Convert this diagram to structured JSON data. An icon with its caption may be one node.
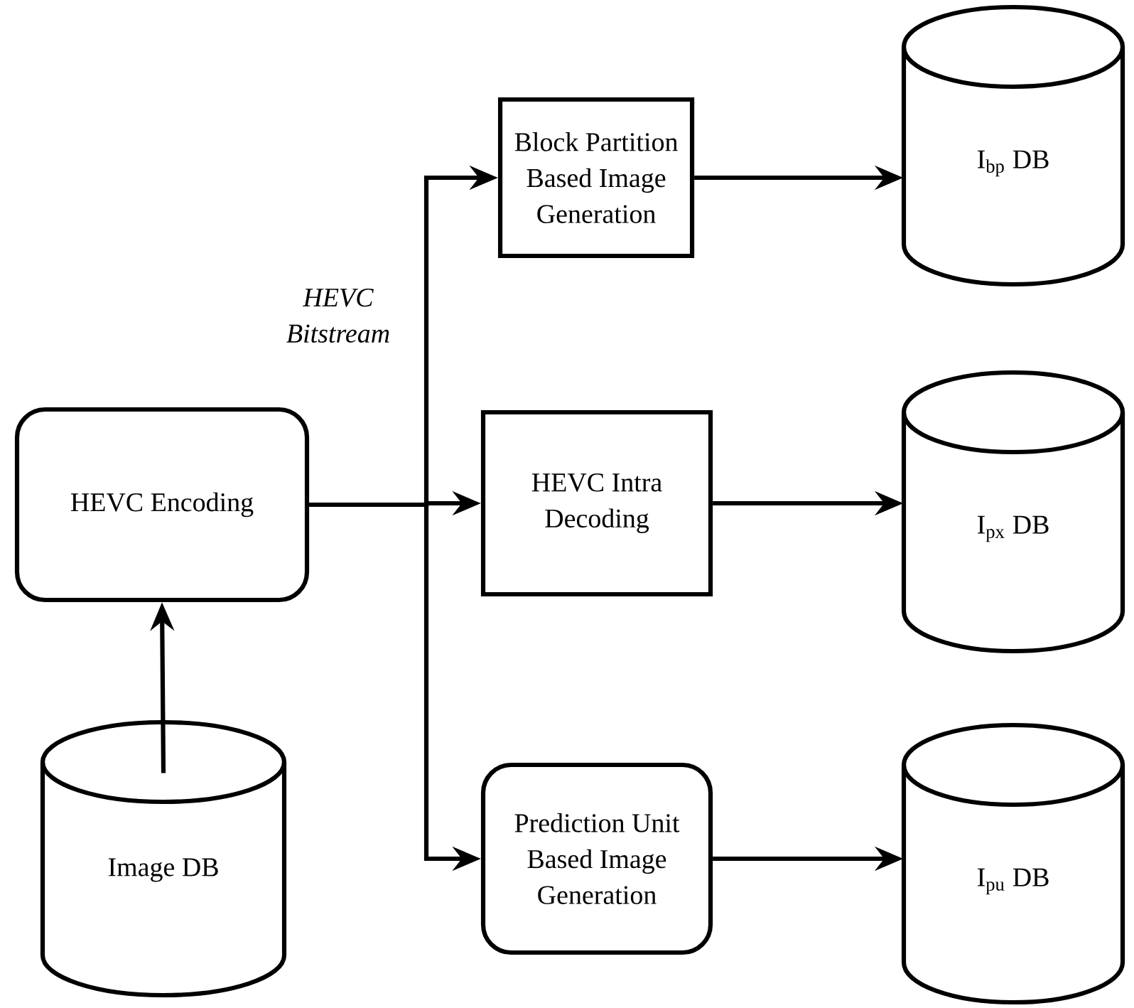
{
  "diagram": {
    "nodes": [
      {
        "text": [
          "HEVC Encoding"
        ]
      },
      {
        "text": [
          "Image DB"
        ]
      },
      {
        "text": [
          "Block Partition Based Image Generation"
        ]
      },
      {
        "text": [
          "HEVC Intra Decoding"
        ]
      },
      {
        "text": [
          "Prediction Unit Based Image Generation"
        ]
      },
      {
        "text": [
          "I$_{bp}$ DB"
        ]
      },
      {
        "text": [
          "I$_{px}$ DB"
        ]
      },
      {
        "text": [
          "I$_{pu}$ DB"
        ]
      }
    ],
    "edges": [
      {
        "from": 1,
        "to": 0,
        "arrow": "to"
      },
      {
        "from": 0,
        "to": 2,
        "arrow": "to"
      },
      {
        "from": 0,
        "to": 3,
        "arrow": "to"
      },
      {
        "from": 0,
        "to": 4,
        "arrow": "to"
      },
      {
        "from": 2,
        "to": 5,
        "arrow": "to"
      },
      {
        "from": 3,
        "to": 6,
        "arrow": "to"
      },
      {
        "from": 4,
        "to": 7,
        "arrow": "to"
      }
    ],
    "labels": [
      "HEVC Bitstream"
    ]
  }
}
